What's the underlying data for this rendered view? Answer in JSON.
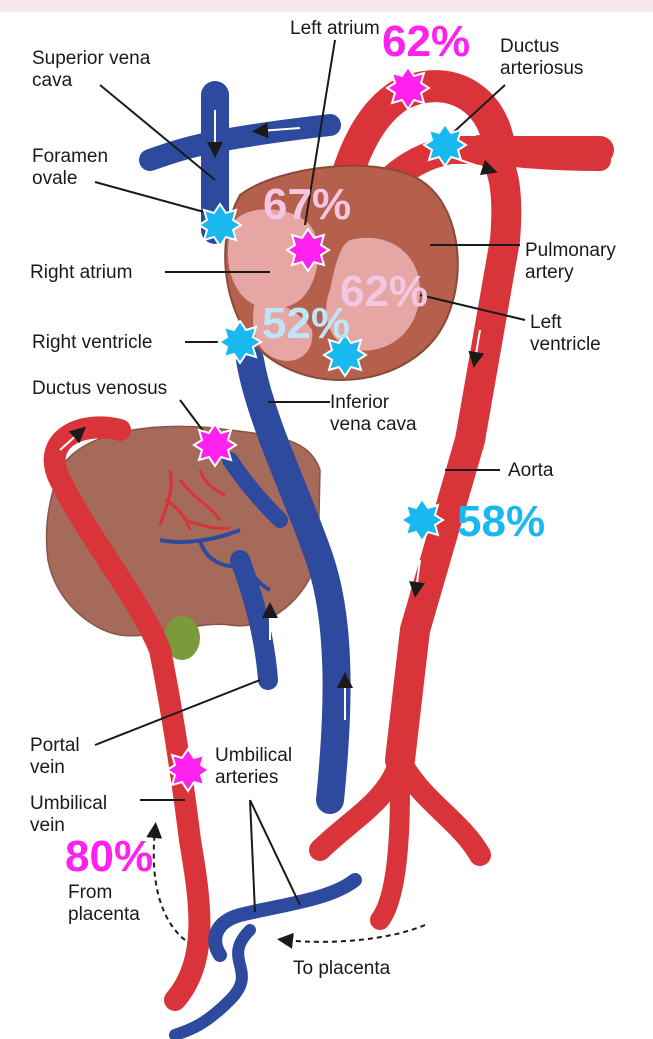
{
  "labels": {
    "left_atrium": "Left atrium",
    "superior_vena_cava_1": "Superior vena",
    "superior_vena_cava_2": "cava",
    "ductus_arteriosus_1": "Ductus",
    "ductus_arteriosus_2": "arteriosus",
    "foramen_ovale_1": "Foramen",
    "foramen_ovale_2": "ovale",
    "right_atrium": "Right atrium",
    "pulmonary_artery_1": "Pulmonary",
    "pulmonary_artery_2": "artery",
    "left_ventricle_1": "Left",
    "left_ventricle_2": "ventricle",
    "right_ventricle": "Right ventricle",
    "ductus_venosus": "Ductus venosus",
    "inferior_vena_cava_1": "Inferior",
    "inferior_vena_cava_2": "vena cava",
    "aorta": "Aorta",
    "portal_vein_1": "Portal",
    "portal_vein_2": "vein",
    "umbilical_arteries_1": "Umbilical",
    "umbilical_arteries_2": "arteries",
    "umbilical_vein_1": "Umbilical",
    "umbilical_vein_2": "vein",
    "from_placenta_1": "From",
    "from_placenta_2": "placenta",
    "to_placenta": "To placenta"
  },
  "saturations": {
    "ductus_arteriosus_top": "62%",
    "left_atrium": "67%",
    "left_ventricle": "62%",
    "right_ventricle": "52%",
    "descending_aorta": "58%",
    "umbilical_vein": "80%"
  },
  "colors": {
    "oxygenated": "#d9343a",
    "deoxygenated": "#2e4a9e",
    "marker_magenta": "#ff22ee",
    "marker_cyan": "#19b8ee",
    "heart": "#b5604d",
    "liver": "#a66a5a",
    "gallbladder": "#7b9a3a"
  },
  "markers": [
    {
      "site": "ductus-arteriosus-top",
      "color": "magenta"
    },
    {
      "site": "ductus-arteriosus",
      "color": "cyan"
    },
    {
      "site": "foramen-ovale",
      "color": "cyan"
    },
    {
      "site": "left-atrium",
      "color": "magenta"
    },
    {
      "site": "right-ventricle",
      "color": "cyan"
    },
    {
      "site": "left-ventricle",
      "color": "cyan"
    },
    {
      "site": "ductus-venosus",
      "color": "magenta"
    },
    {
      "site": "descending-aorta",
      "color": "cyan"
    },
    {
      "site": "umbilical-vein",
      "color": "magenta"
    }
  ]
}
